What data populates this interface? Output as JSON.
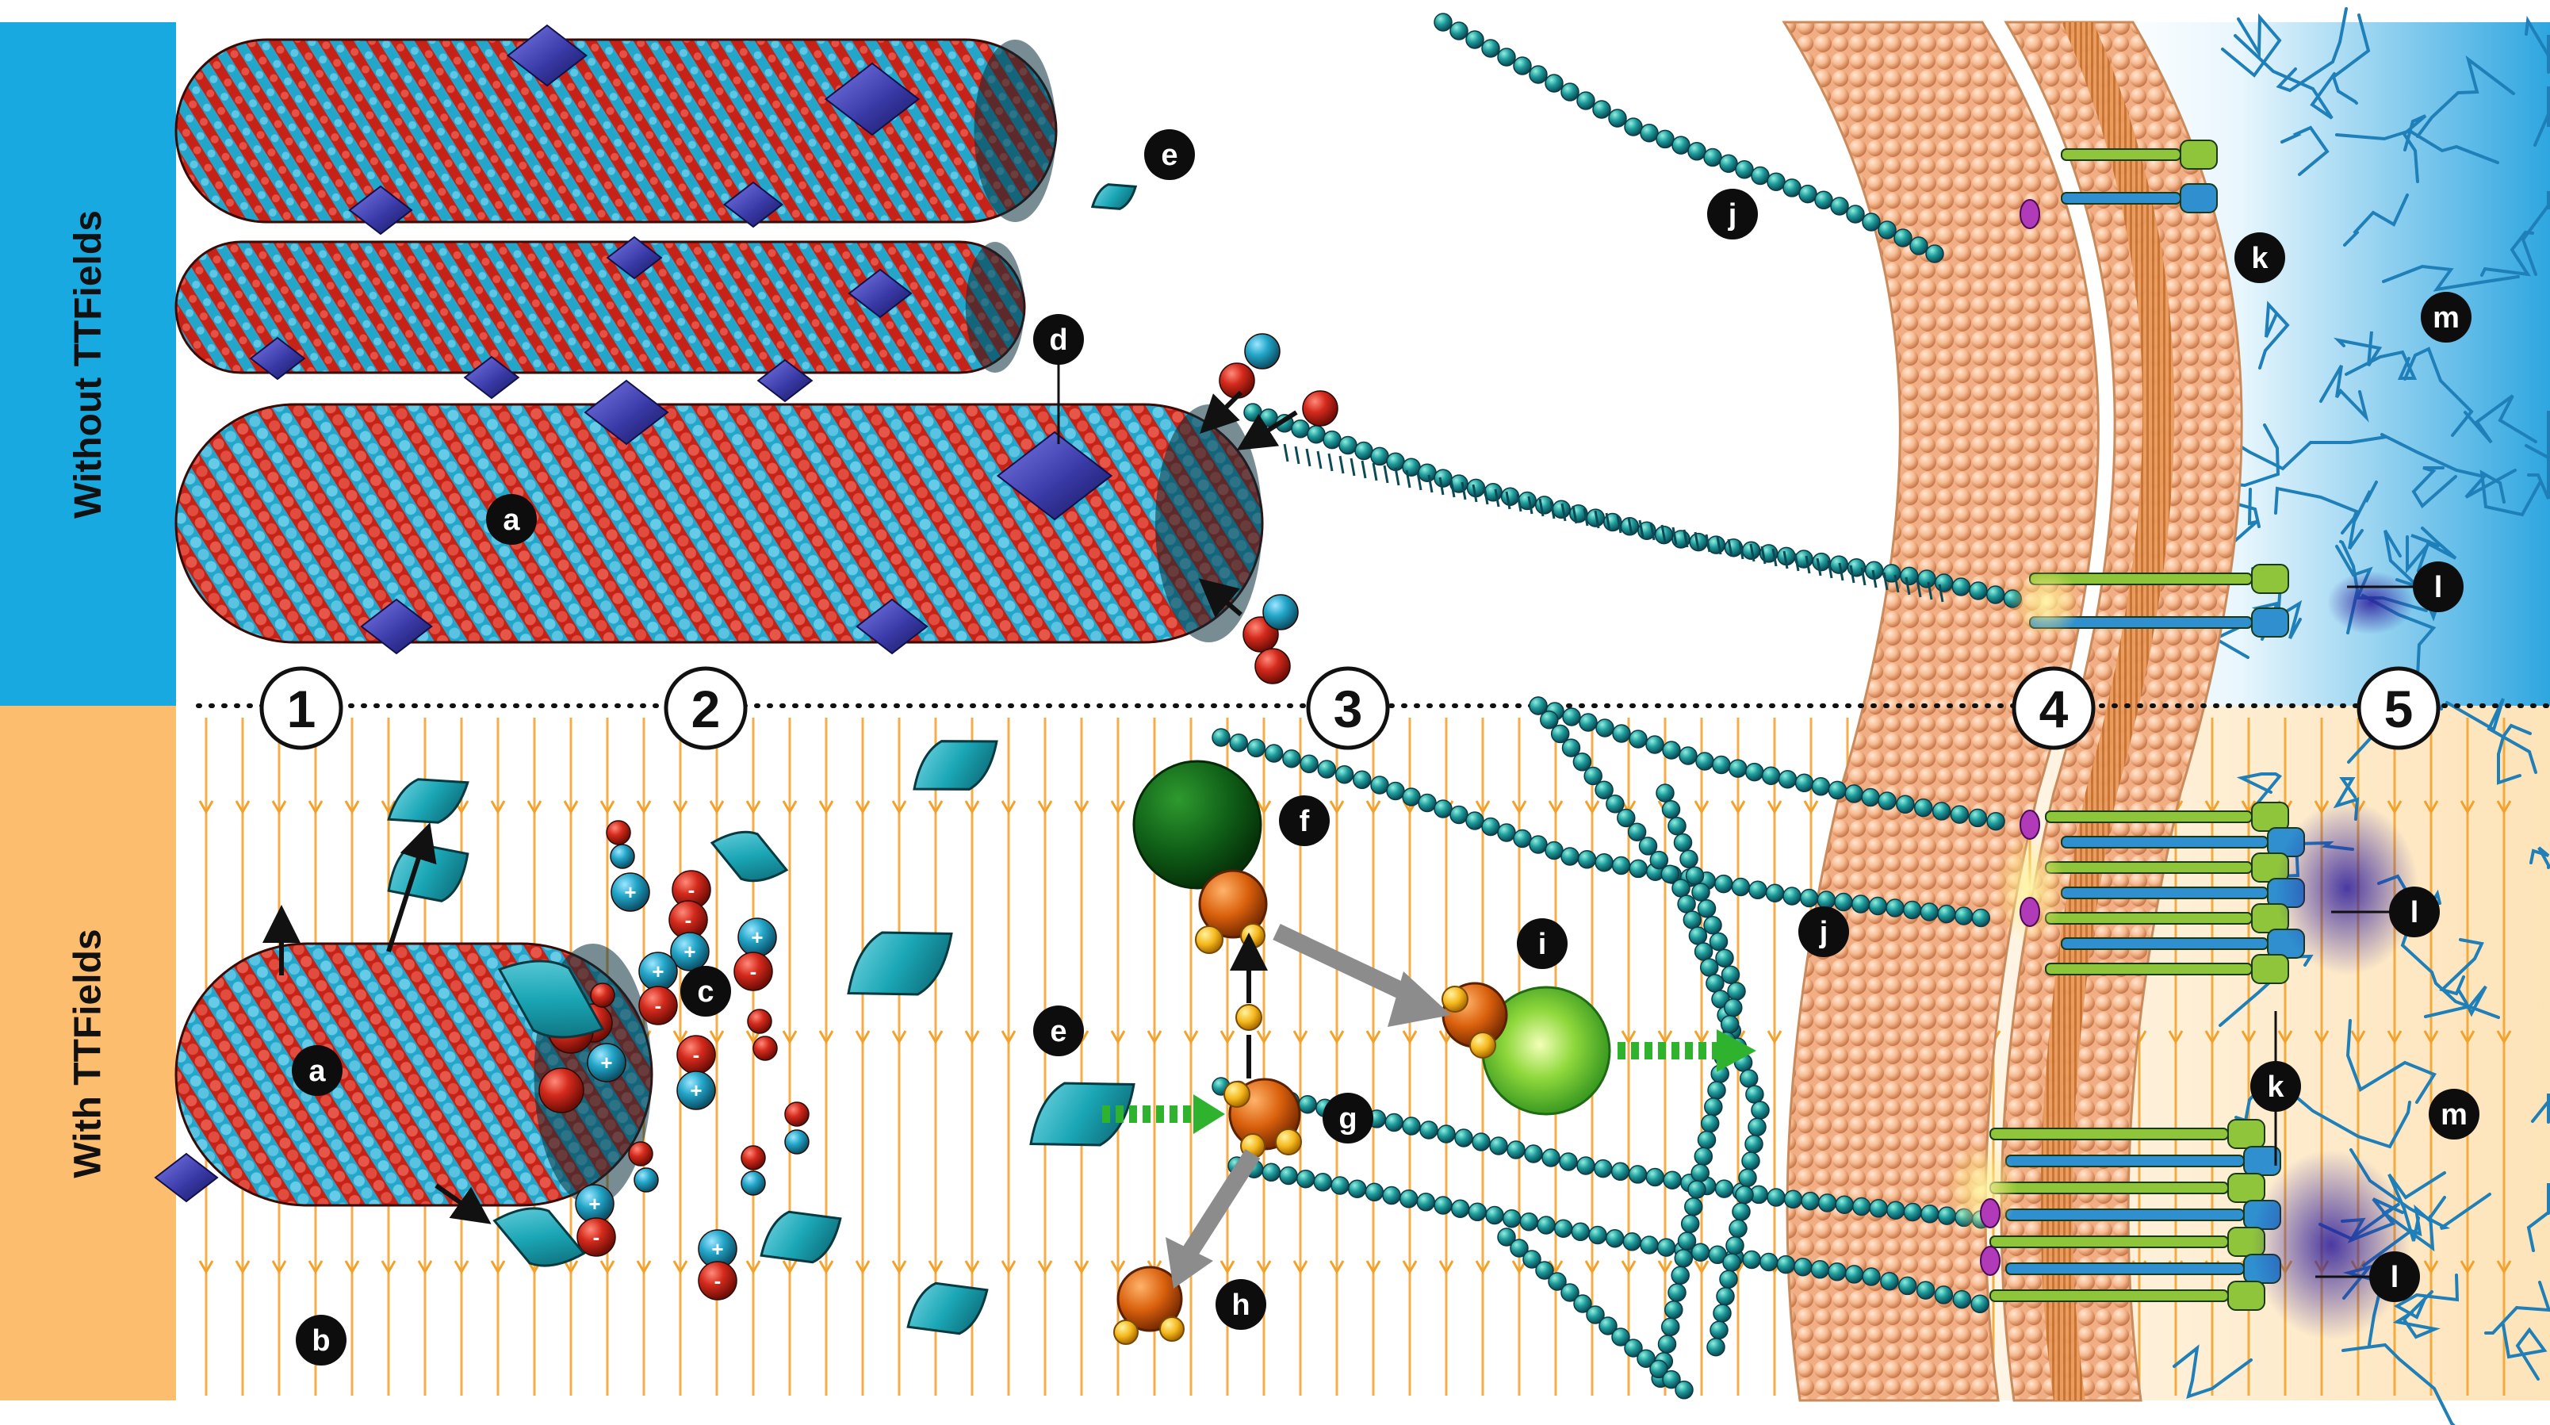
{
  "panels": {
    "top_label": "Without TTFields",
    "bottom_label": "With TTFields"
  },
  "colors": {
    "top_band": "#19a9e1",
    "bottom_band": "#fdbd6e",
    "tubulin_red": "#d42a1c",
    "tubulin_cyan": "#23a6c9",
    "map_purple": "#3a3aa8",
    "field_line": "#f5a623",
    "membrane": "#f6b98f",
    "septin_teal": "#1e9a9a",
    "receptor_green": "#8fc53a",
    "receptor_blue": "#2f8fcf",
    "ecm_blue": "#1f7fb8",
    "green_arrow": "#2fb32f"
  },
  "stages": [
    {
      "id": "stage-1",
      "label": "1"
    },
    {
      "id": "stage-2",
      "label": "2"
    },
    {
      "id": "stage-3",
      "label": "3"
    },
    {
      "id": "stage-4",
      "label": "4"
    },
    {
      "id": "stage-5",
      "label": "5"
    }
  ],
  "annotations": {
    "a_top": "a",
    "a_bottom": "a",
    "b": "b",
    "c": "c",
    "d": "d",
    "e_top": "e",
    "e_bottom": "e",
    "f": "f",
    "g": "g",
    "h": "h",
    "i": "i",
    "j_top": "j",
    "j_bottom": "j",
    "k_top": "k",
    "k_bottom": "k",
    "l_top": "l",
    "l_mid": "l",
    "l_bottom": "l",
    "m_top": "m",
    "m_bottom": "m"
  },
  "charges": {
    "plus": "+",
    "minus": "-"
  }
}
